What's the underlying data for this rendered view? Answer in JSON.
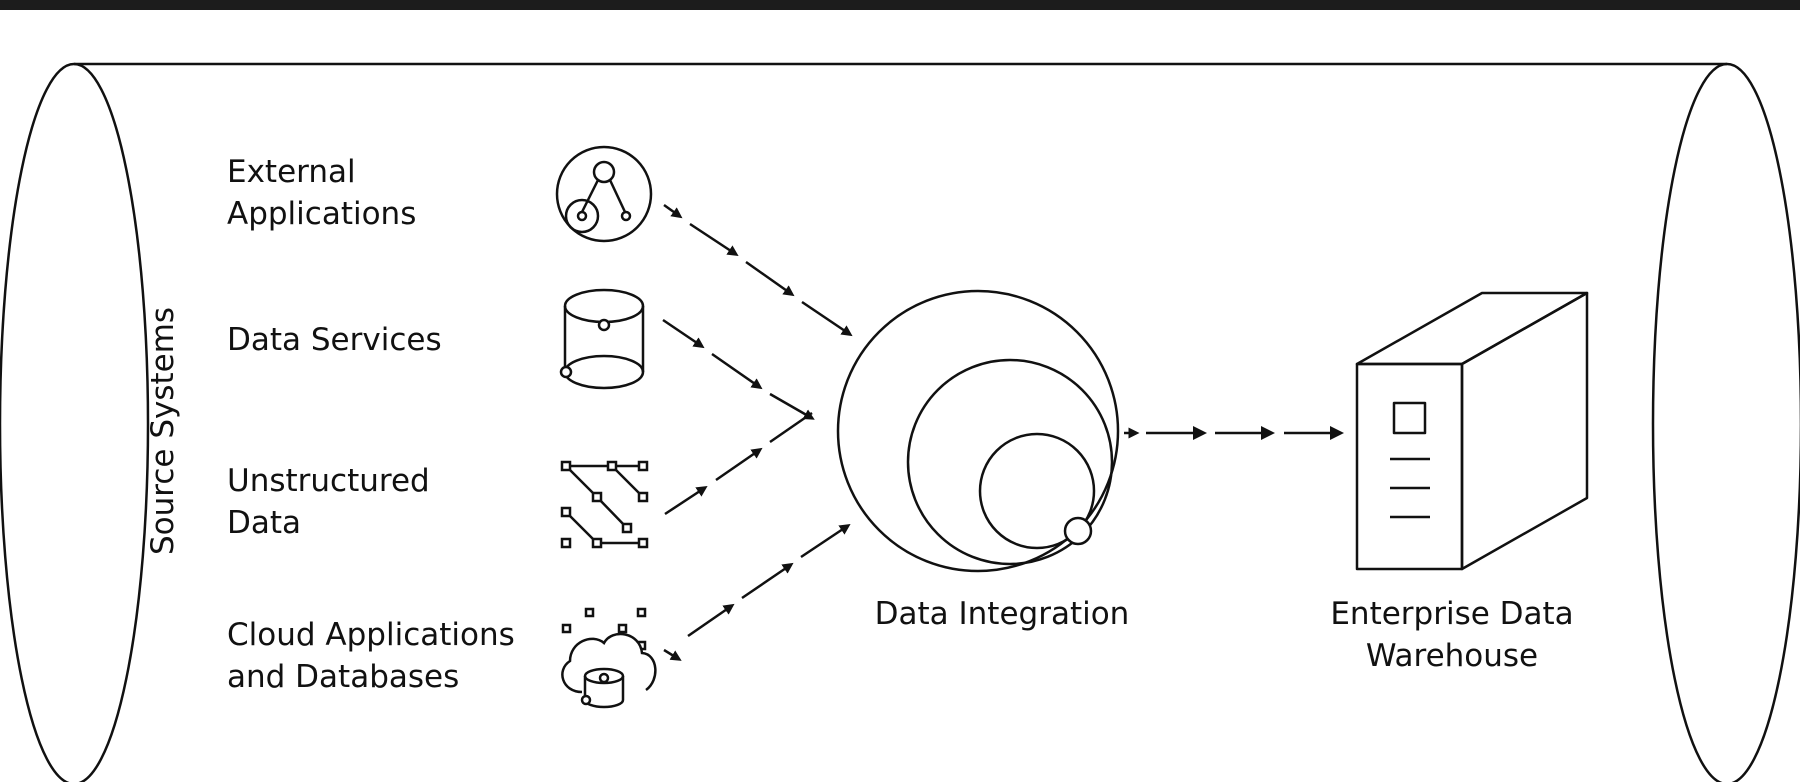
{
  "diagram": {
    "side_label": "Source Systems",
    "sources": [
      {
        "id": "external",
        "line1": "External",
        "line2": "Applications",
        "icon": "app-network-icon"
      },
      {
        "id": "data-services",
        "line1": "Data Services",
        "line2": "",
        "icon": "database-cylinder-icon"
      },
      {
        "id": "unstructured",
        "line1": "Unstructured",
        "line2": "Data",
        "icon": "unstructured-nodes-icon"
      },
      {
        "id": "cloud",
        "line1": "Cloud Applications",
        "line2": "and Databases",
        "icon": "cloud-database-icon"
      }
    ],
    "hub": {
      "label": "Data Integration",
      "icon": "concentric-circles-icon"
    },
    "target": {
      "line1": "Enterprise Data",
      "line2": "Warehouse",
      "icon": "server-tower-icon"
    },
    "colors": {
      "stroke": "#111111",
      "background": "#ffffff",
      "top_bar": "#1c1c1c"
    }
  }
}
